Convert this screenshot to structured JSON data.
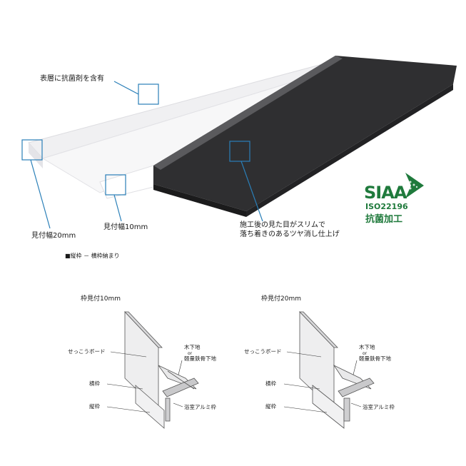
{
  "callouts": {
    "antibacterial_layer": "表層に抗菌剤を含有",
    "width_20": "見付幅20mm",
    "width_10": "見付幅10mm",
    "slim_finish_line1": "施工後の見た目がスリムで",
    "slim_finish_line2": "落ち着きのあるツヤ消し仕上げ"
  },
  "logo": {
    "brand": "SIAA",
    "standard": "ISO22196",
    "label": "抗菌加工",
    "color": "#1f7a3c"
  },
  "section_title": "■縦枠 － 横枠納まり",
  "diagrams": [
    {
      "title": "枠見付10mm",
      "gypsum_board": "せっこうボード",
      "horizontal_frame": "横枠",
      "vertical_frame": "縦枠",
      "substrate_wood": "木下地",
      "substrate_or": "or",
      "substrate_steel": "軽量鉄骨下地",
      "aluminum_frame": "浴室アルミ枠"
    },
    {
      "title": "枠見付20mm",
      "gypsum_board": "せっこうボード",
      "horizontal_frame": "横枠",
      "vertical_frame": "縦枠",
      "substrate_wood": "木下地",
      "substrate_or": "or",
      "substrate_steel": "軽量鉄骨下地",
      "aluminum_frame": "浴室アルミ枠"
    }
  ],
  "colors": {
    "callout_blue": "#2a7fb8",
    "dark_board": "#2b2b2d",
    "white_board": "#f3f3f4"
  }
}
